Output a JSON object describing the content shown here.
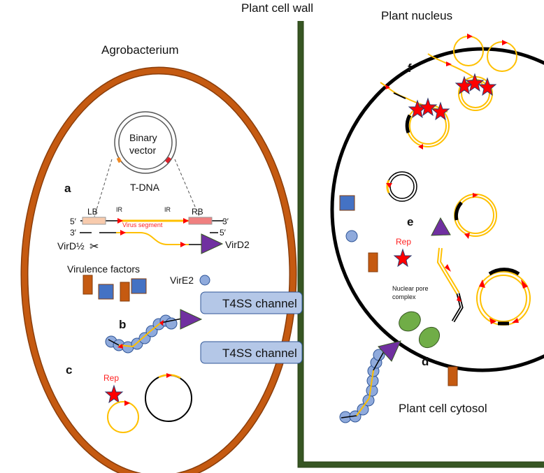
{
  "title_labels": {
    "agrobacterium": "Agrobacterium",
    "plant_cell_wall": "Plant cell wall",
    "plant_nucleus": "Plant nucleus",
    "plant_cell_cytosol": "Plant cell cytosol",
    "nuclear_pore_line1": "Nuclear pore",
    "nuclear_pore_line2": "complex"
  },
  "binary_vector": {
    "line1": "Binary",
    "line2": "vector",
    "tdna": "T-DNA"
  },
  "tdna_map": {
    "five_prime_top": "5′",
    "three_prime_top": "3′",
    "three_prime_bottom": "3′",
    "five_prime_bottom": "5′",
    "lb": "LB",
    "rb": "RB",
    "ir_left": "IR",
    "ir_right": "IR",
    "virus_segment": "Virus segment"
  },
  "proteins": {
    "vird12": "VirD½",
    "vird2": "VirD2",
    "virulence_factors": "Virulence factors",
    "vire2": "VirE2",
    "rep_c": "Rep",
    "rep_e": "Rep"
  },
  "channels": [
    {
      "label": "T4SS channel"
    },
    {
      "label": "T4SS channel"
    }
  ],
  "panel_letters": {
    "a": "a",
    "b": "b",
    "c": "c",
    "d": "d",
    "e": "e",
    "f": "f"
  },
  "colors": {
    "bacterium_wall": "#c55a11",
    "plant_wall": "#375623",
    "virus_dna": "#ffc000",
    "arrowhead": "#ff0000",
    "vird2": "#7030a0",
    "vire2": "#8faadc",
    "channel": "#b4c7e7",
    "npc": "#70ad47",
    "blue_factor": "#4472c4",
    "orange_factor": "#c55a11"
  }
}
